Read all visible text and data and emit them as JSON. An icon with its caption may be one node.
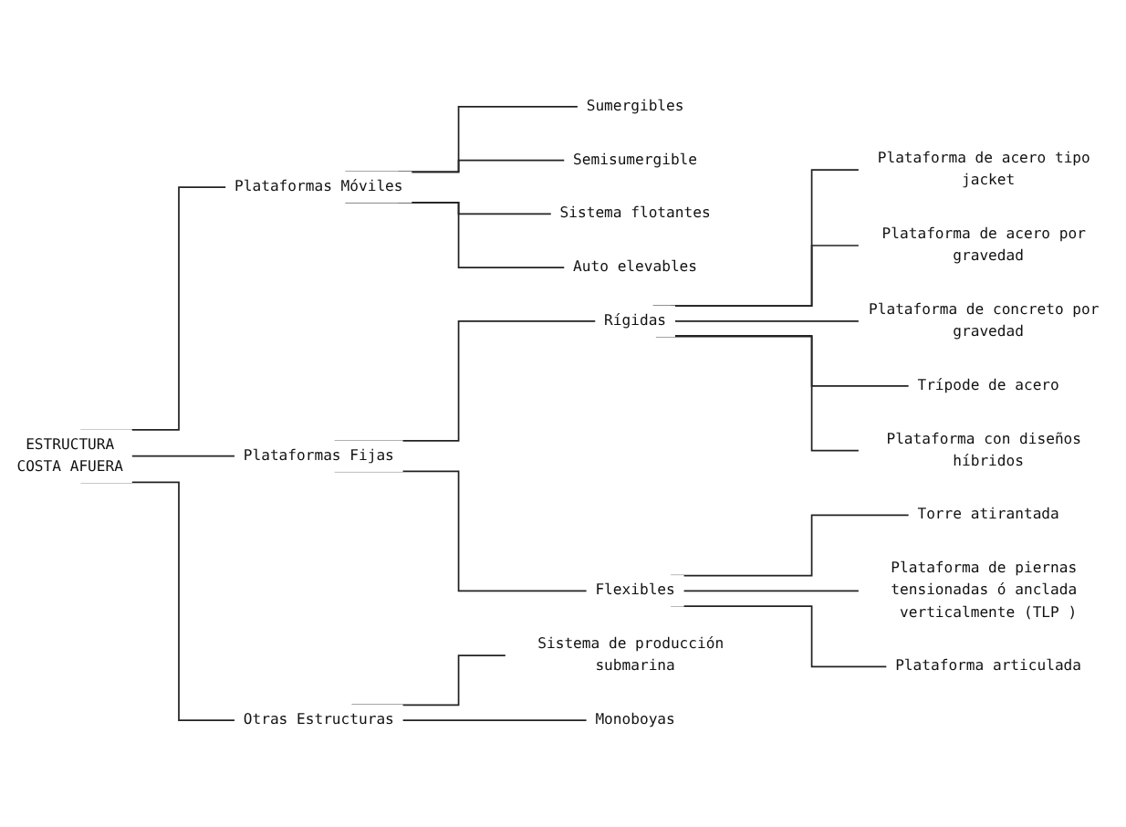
{
  "diagram": {
    "nodes": [
      {
        "text": [
          "ESTRUCTURA",
          "COSTA AFUERA"
        ]
      },
      {
        "text": [
          "Plataformas Móviles"
        ]
      },
      {
        "text": [
          "Sumergibles"
        ]
      },
      {
        "text": [
          "Semisumergible"
        ]
      },
      {
        "text": [
          "Sistema flotantes"
        ]
      },
      {
        "text": [
          "Auto elevables"
        ]
      },
      {
        "text": [
          "Plataformas Fijas"
        ]
      },
      {
        "text": [
          "Rígidas"
        ]
      },
      {
        "text": [
          "Plataforma de acero tipo jacket"
        ]
      },
      {
        "text": [
          "Plataforma de acero por gravedad"
        ]
      },
      {
        "text": [
          "Plataforma de concreto por gravedad"
        ]
      },
      {
        "text": [
          "Trípode de acero"
        ]
      },
      {
        "text": [
          "Plataforma con diseños híbridos"
        ]
      },
      {
        "text": [
          "Flexibles"
        ]
      },
      {
        "text": [
          "Torre atirantada"
        ]
      },
      {
        "text": [
          "Plataforma de piernas tensionadas ó anclada verticalmente (TLP )"
        ]
      },
      {
        "text": [
          "Plataforma articulada"
        ]
      },
      {
        "text": [
          "Otras Estructuras"
        ]
      },
      {
        "text": [
          "Sistema de producción submarina"
        ]
      },
      {
        "text": [
          "Monoboyas"
        ]
      }
    ],
    "edges": [
      {
        "from": 0,
        "to": 1,
        "arrow": "none"
      },
      {
        "from": 0,
        "to": 6,
        "arrow": "none"
      },
      {
        "from": 0,
        "to": 17,
        "arrow": "none"
      },
      {
        "from": 1,
        "to": 2,
        "arrow": "none"
      },
      {
        "from": 1,
        "to": 3,
        "arrow": "none"
      },
      {
        "from": 1,
        "to": 4,
        "arrow": "none"
      },
      {
        "from": 1,
        "to": 5,
        "arrow": "none"
      },
      {
        "from": 6,
        "to": 7,
        "arrow": "none"
      },
      {
        "from": 6,
        "to": 13,
        "arrow": "none"
      },
      {
        "from": 7,
        "to": 8,
        "arrow": "none"
      },
      {
        "from": 7,
        "to": 9,
        "arrow": "none"
      },
      {
        "from": 7,
        "to": 10,
        "arrow": "none"
      },
      {
        "from": 7,
        "to": 11,
        "arrow": "none"
      },
      {
        "from": 7,
        "to": 12,
        "arrow": "none"
      },
      {
        "from": 13,
        "to": 14,
        "arrow": "none"
      },
      {
        "from": 13,
        "to": 15,
        "arrow": "none"
      },
      {
        "from": 13,
        "to": 16,
        "arrow": "none"
      },
      {
        "from": 17,
        "to": 18,
        "arrow": "none"
      },
      {
        "from": 17,
        "to": 19,
        "arrow": "none"
      }
    ]
  }
}
